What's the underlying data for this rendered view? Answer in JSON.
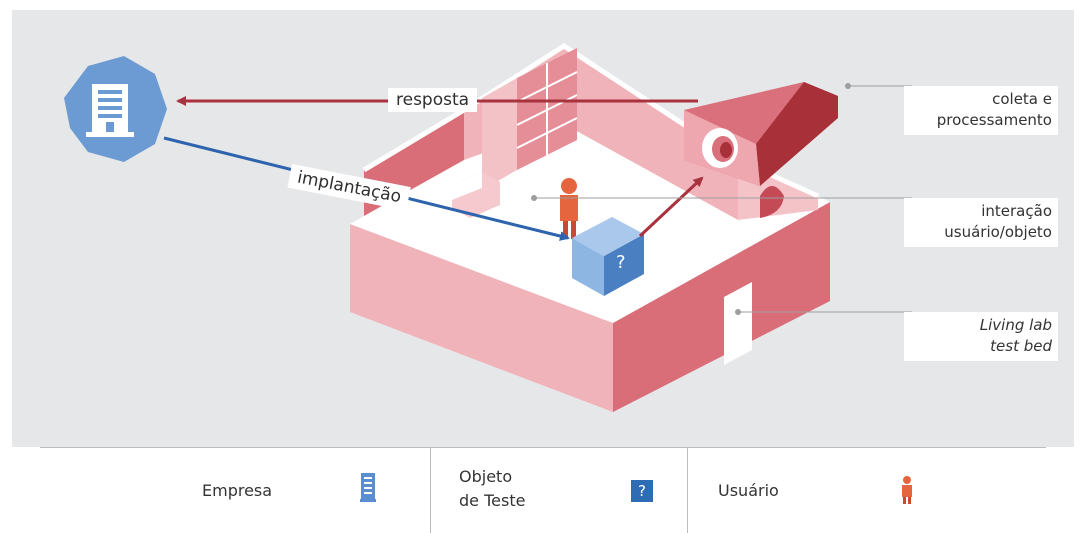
{
  "diagram": {
    "flows": {
      "response_label": "resposta",
      "deployment_label": "implantação"
    },
    "annotations": {
      "collection": "coleta e\nprocessamento",
      "interaction": "interação\nusuário/objeto",
      "testbed": "Living lab\ntest bed"
    },
    "test_object_mark": "?"
  },
  "legend": {
    "items": [
      {
        "label": "Empresa",
        "icon": "building-icon"
      },
      {
        "label": "Objeto\nde Teste",
        "icon": "question-box-icon",
        "mark": "?"
      },
      {
        "label": "Usuário",
        "icon": "person-icon"
      }
    ]
  },
  "colors": {
    "background": "#e6e7e9",
    "building": "#6b9bd2",
    "response_arrow": "#a8323e",
    "deployment_arrow": "#2e64ad",
    "room_wall": "#f0b3b9",
    "room_dark": "#d96d78",
    "camera": "#d9707c",
    "user": "#e5653e",
    "box": "#6d9fd5"
  }
}
